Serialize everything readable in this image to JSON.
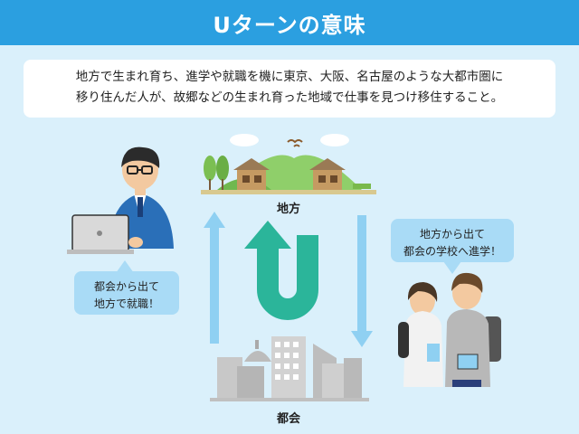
{
  "title": "Uターンの意味",
  "description_lines": [
    "地方で生まれ育ち、進学や就職を機に東京、大阪、名古屋のような大都市圏に",
    "移り住んだ人が、故郷などの生まれ育った地域で仕事を見つけ移住すること。"
  ],
  "labels": {
    "rural": "地方",
    "city": "都会"
  },
  "bubble_left": [
    "都会から出て",
    "地方で就職！"
  ],
  "bubble_right": [
    "地方から出て",
    "都会の学校へ進学！"
  ],
  "colors": {
    "header": "#2b9fe0",
    "background": "#daf0fb",
    "u_arrow": "#2bb59a",
    "side_arrows": "#8fd0f2",
    "bubble": "#a9dbf6"
  },
  "icons": [
    "businessman-with-laptop-icon",
    "countryside-houses-icon",
    "city-buildings-icon",
    "students-icon",
    "u-turn-arrow-icon"
  ]
}
